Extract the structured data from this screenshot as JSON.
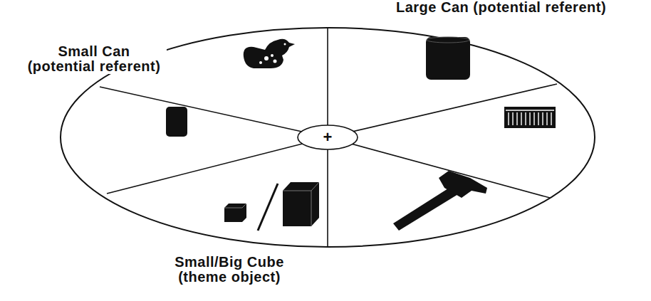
{
  "diagram": {
    "nodes": [
      {
        "text": [
          "+"
        ]
      }
    ],
    "labels": [
      "Large Can (potential referent)",
      "Small Can (potential referent)",
      "Small/Big Cube (theme object)"
    ]
  }
}
